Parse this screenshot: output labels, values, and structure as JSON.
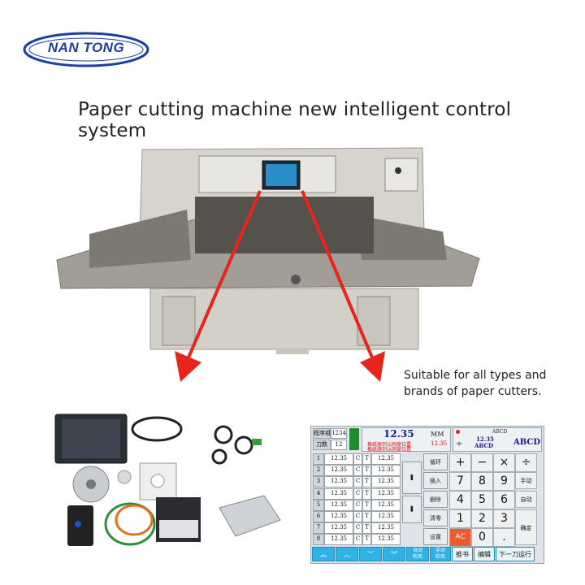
{
  "brand": {
    "logo_text": "NAN TONG",
    "color": "#1c3fa0"
  },
  "headline": "Paper cutting machine new intelligent control system",
  "note": "Suitable for all types and brands of paper cutters.",
  "panel": {
    "prog_label": "程序组",
    "prog_value": "1234",
    "knife_label": "刀数",
    "knife_value": "12",
    "position": "12.35",
    "unit": "MM",
    "sub_position": "12.35",
    "status_lines": [
      "推纸器到认刚度位置",
      "推纸器到认刚度位置"
    ],
    "abcd_small": "ABCD",
    "display_small": "12.35",
    "display_abcd": "ABCD",
    "display_abcd_big": "ABCD",
    "rows": [
      {
        "n": "1",
        "v": "12.35",
        "c": "C",
        "t": "T",
        "r": "12.35"
      },
      {
        "n": "2",
        "v": "12.35",
        "c": "C",
        "t": "T",
        "r": "12.35"
      },
      {
        "n": "3",
        "v": "12.35",
        "c": "C",
        "t": "T",
        "r": "12.35"
      },
      {
        "n": "4",
        "v": "12.35",
        "c": "C",
        "t": "T",
        "r": "12.35"
      },
      {
        "n": "5",
        "v": "12.35",
        "c": "C",
        "t": "T",
        "r": "12.35"
      },
      {
        "n": "6",
        "v": "12.35",
        "c": "C",
        "t": "T",
        "r": "12.35"
      },
      {
        "n": "7",
        "v": "12.35",
        "c": "C",
        "t": "T",
        "r": "12.35"
      },
      {
        "n": "8",
        "v": "12.35",
        "c": "C",
        "t": "T",
        "r": "12.35"
      }
    ],
    "side_buttons": [
      "循环",
      "插入",
      "删除",
      "清零",
      "设置"
    ],
    "keys": [
      "+",
      "−",
      "×",
      "÷",
      "7",
      "8",
      "9",
      "4",
      "5",
      "6",
      "1",
      "2",
      "3",
      "AC",
      "0",
      "."
    ],
    "side_keys": [
      "手动",
      "自动",
      "确定"
    ],
    "bottom": [
      "︽",
      "︿",
      "﹀",
      "︾",
      "自动\n吹风",
      "手动\n吹风",
      "推书",
      "编辑",
      "下一刀运行"
    ],
    "accent_color": "#2fb3e6",
    "ac_color": "#f05a28"
  }
}
